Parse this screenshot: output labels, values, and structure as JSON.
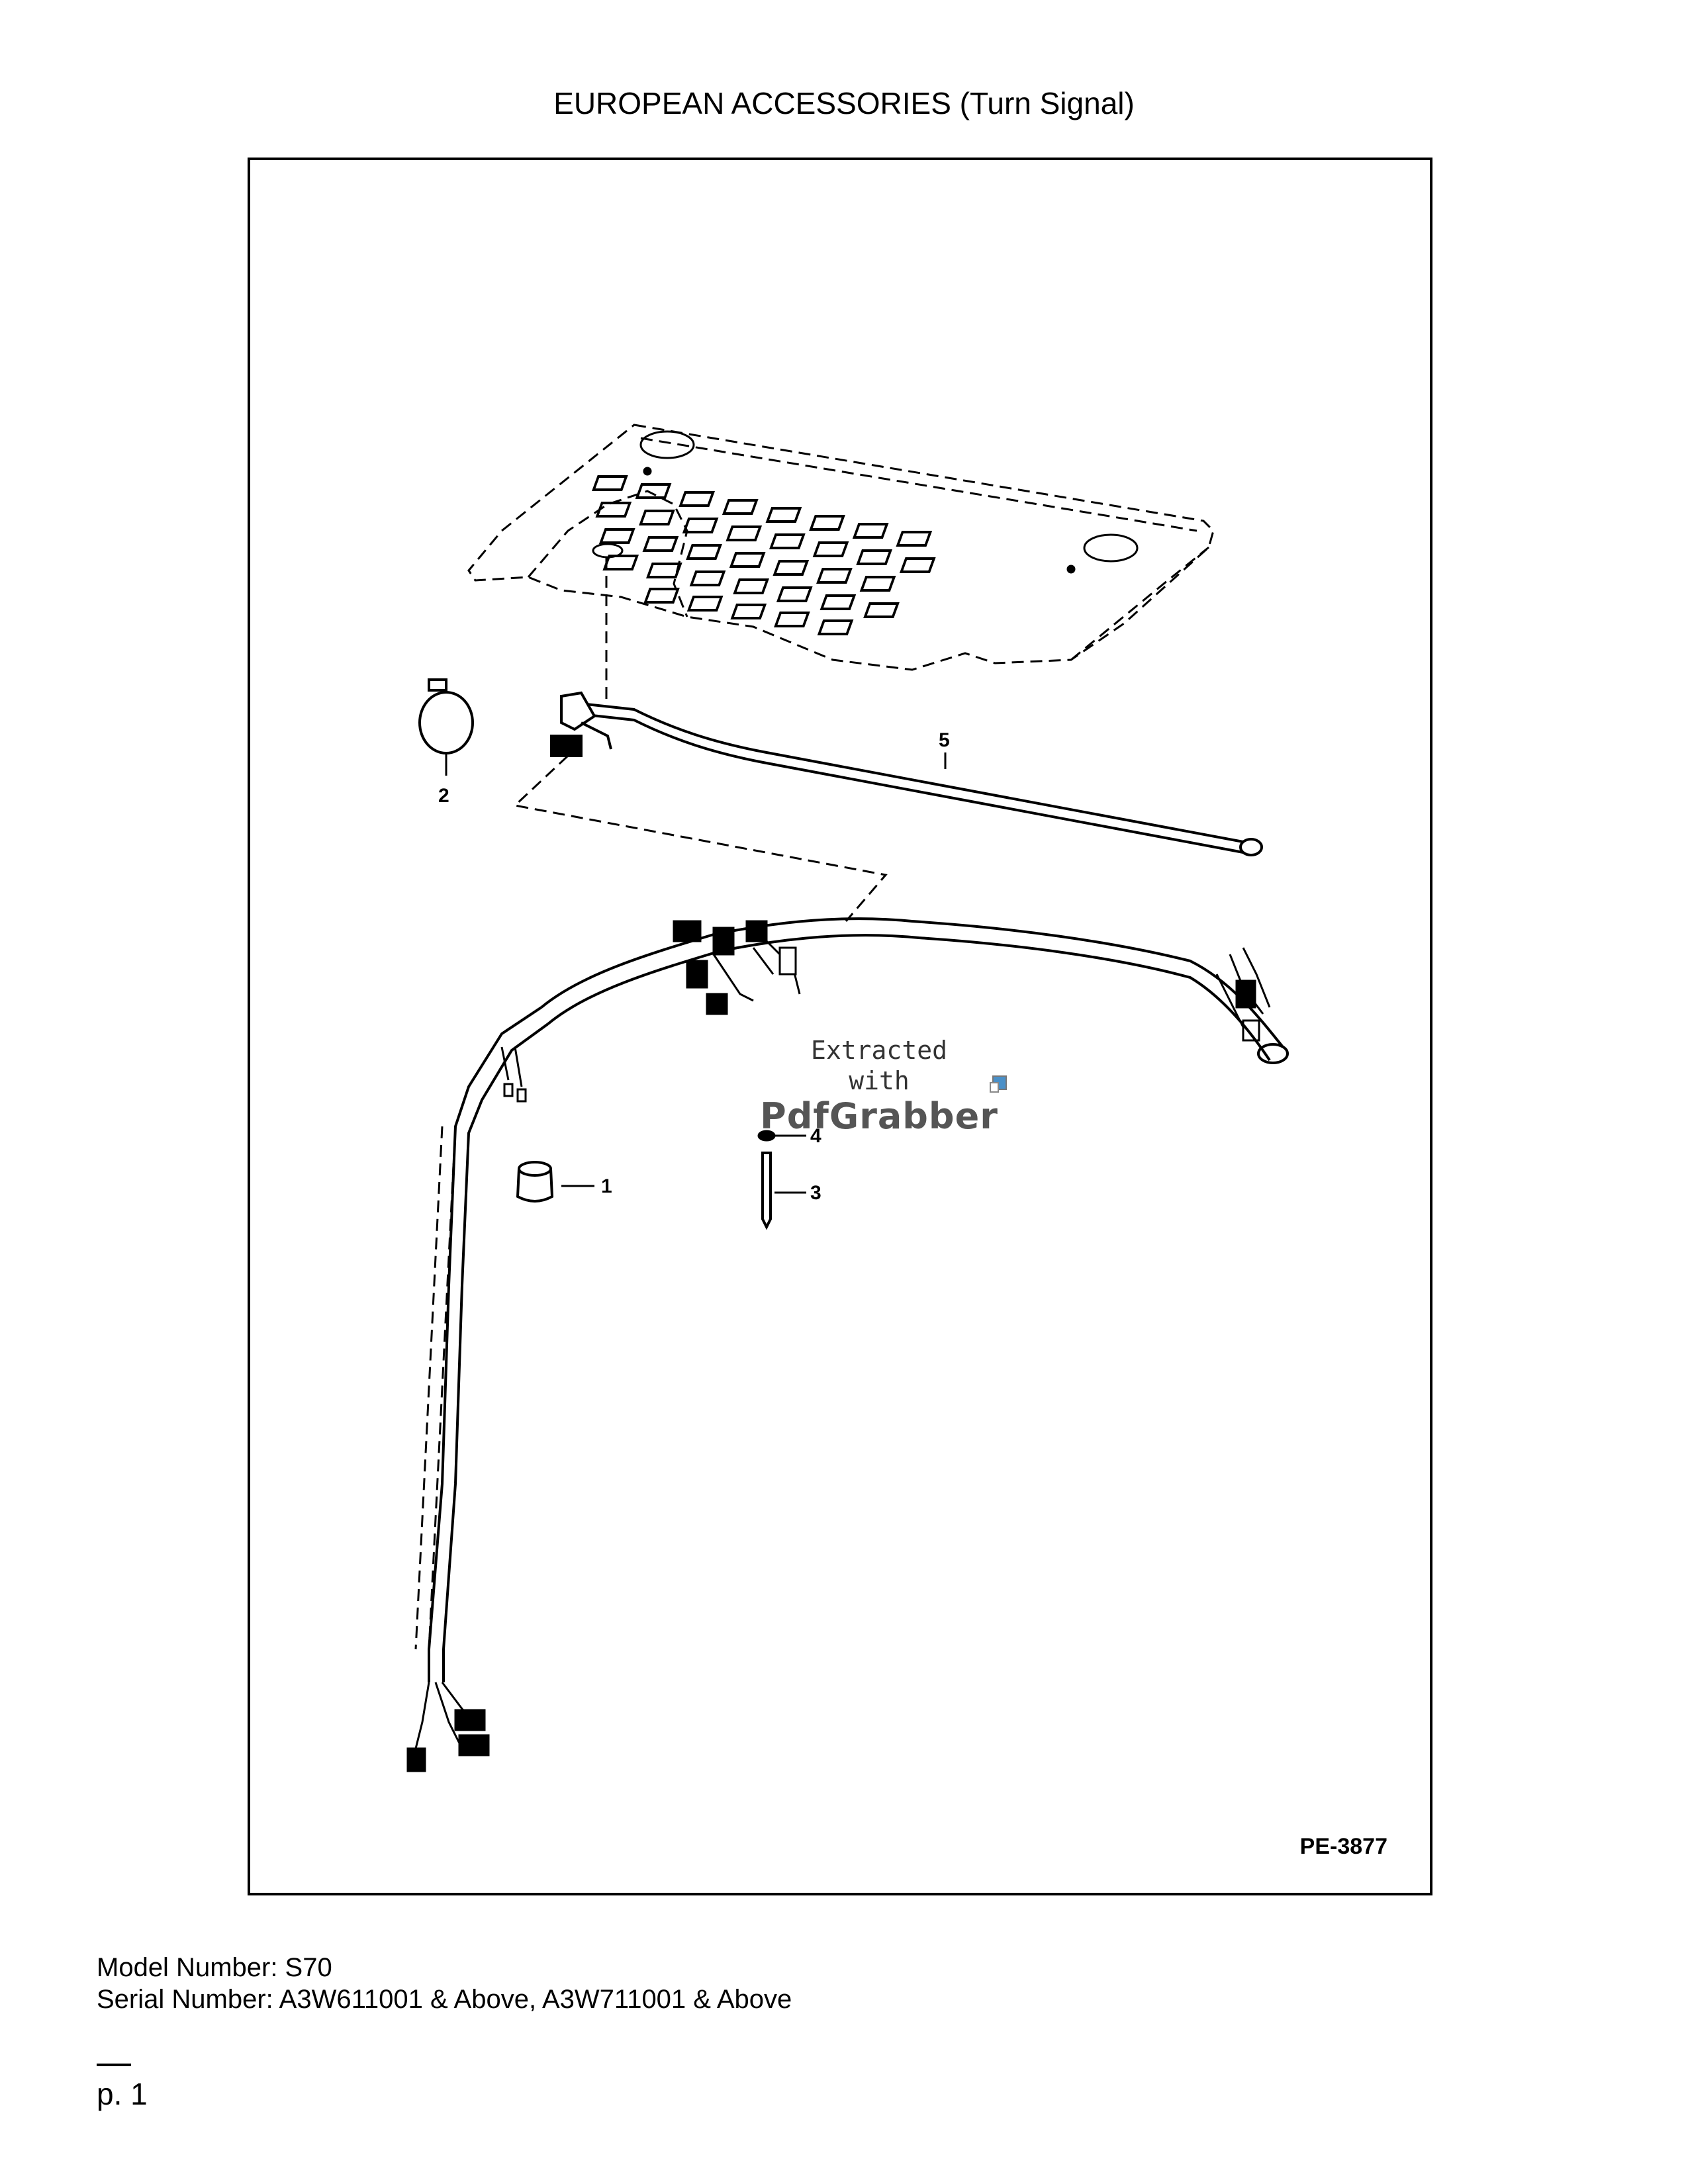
{
  "page": {
    "title": "EUROPEAN ACCESSORIES (Turn Signal)",
    "figure_code": "PE-3877",
    "model_number": "Model Number: S70",
    "serial_number": "Serial Number: A3W611001 & Above, A3W711001 & Above",
    "page_number": "p. 1"
  },
  "callouts": [
    "1",
    "2",
    "3",
    "4",
    "5"
  ],
  "watermark": {
    "line1": "Extracted",
    "line2": "with",
    "brand": "PdfGrabber"
  },
  "colors": {
    "ink": "#000000",
    "paper": "#ffffff",
    "watermark": "#555555",
    "watermark_logo": "#4a90c8"
  },
  "icons": {
    "watermark_logo": "pdfgrabber-logo-icon"
  }
}
